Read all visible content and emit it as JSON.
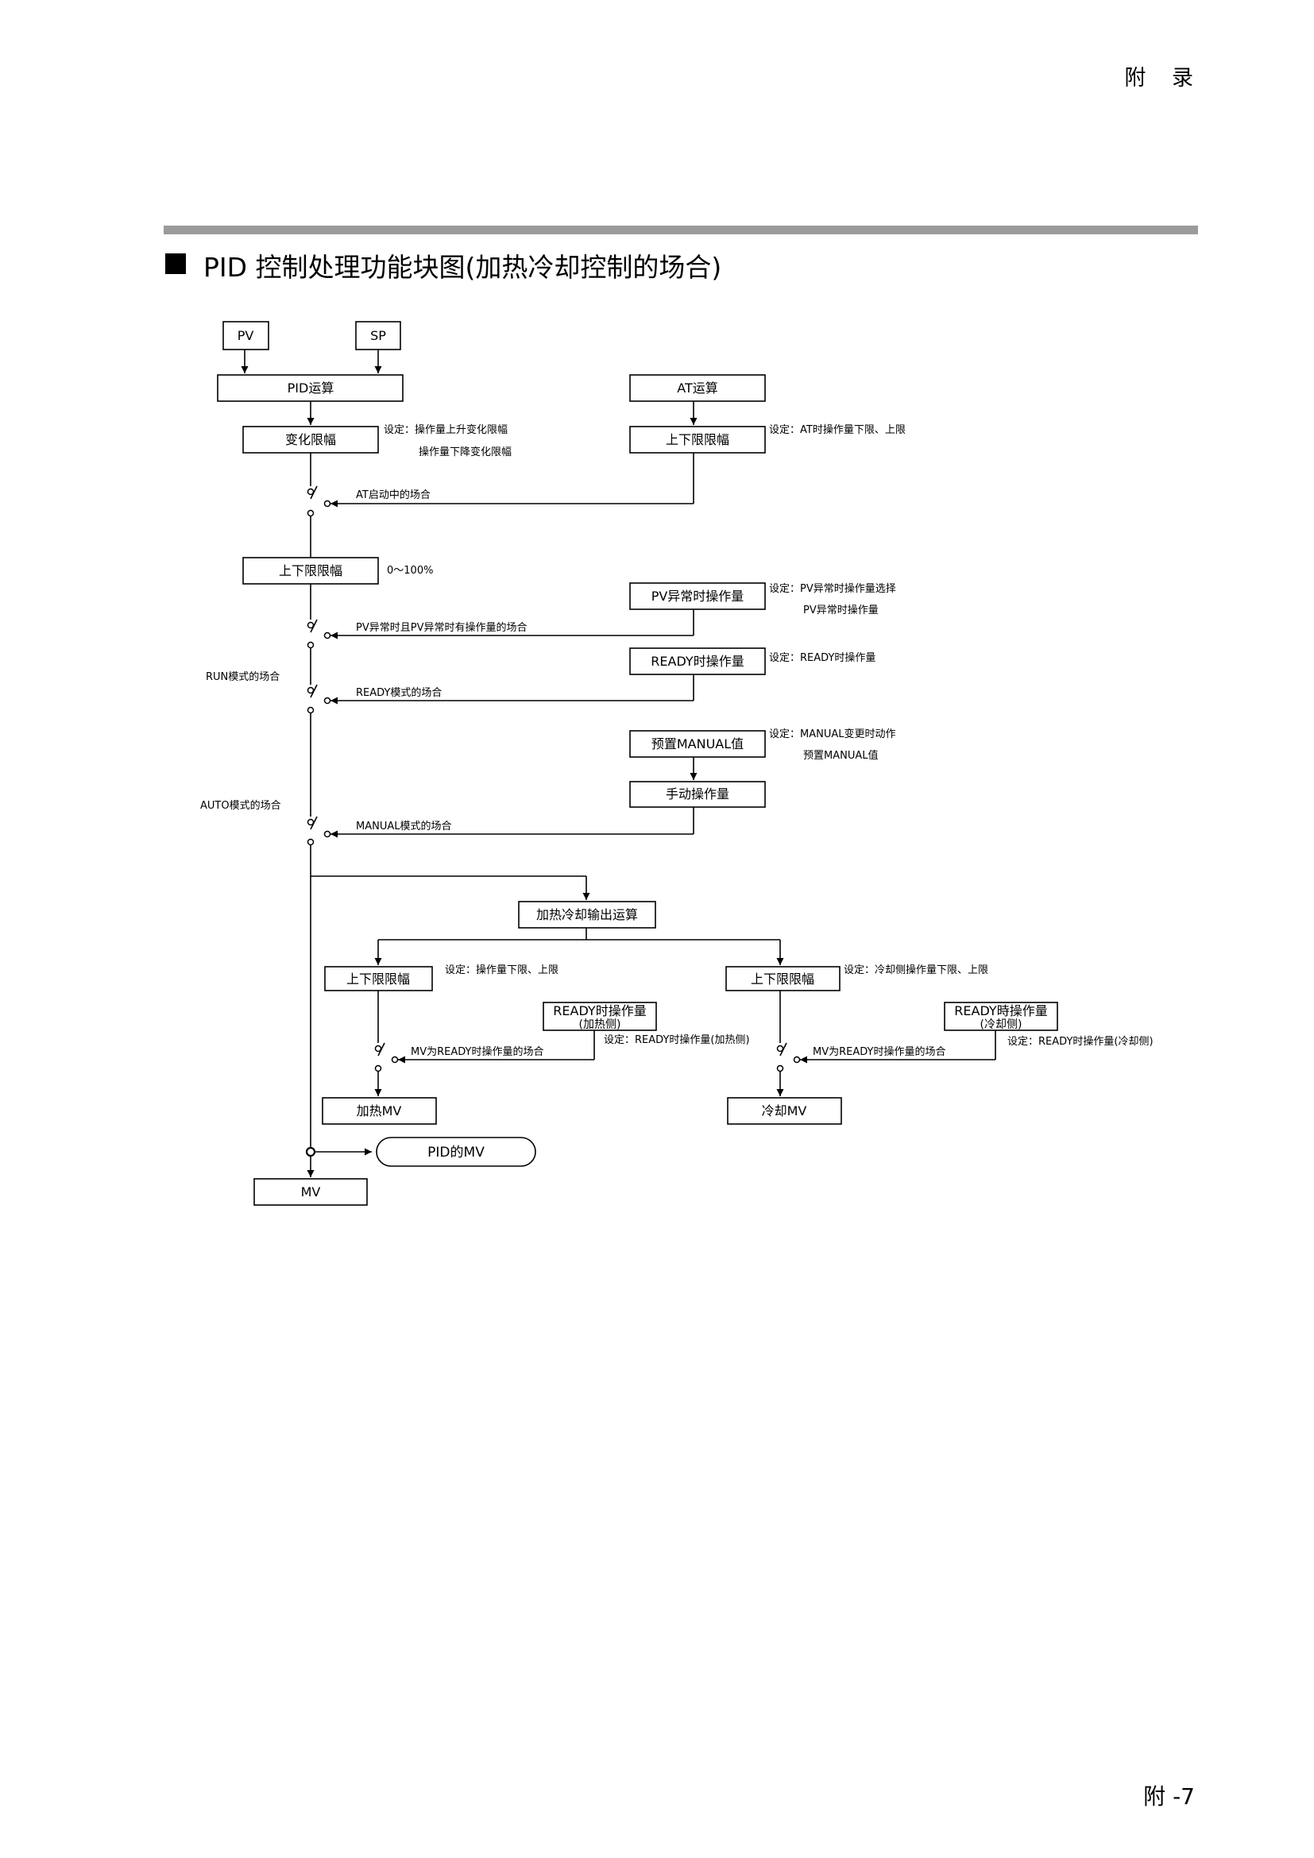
{
  "header": {
    "section": "附 录"
  },
  "title": "PID 控制处理功能块图(加热冷却控制的场合)",
  "footer": {
    "page": "附 -7"
  },
  "diagram": {
    "boxes": {
      "pv": "PV",
      "sp": "SP",
      "pid_calc": "PID运算",
      "at_calc": "AT运算",
      "rate_limit": "变化限幅",
      "at_limit": "上下限限幅",
      "limit1": "上下限限幅",
      "pv_abnormal": "PV异常时操作量",
      "ready_mv": "READY时操作量",
      "preset_manual": "预置MANUAL值",
      "manual_op": "手动操作量",
      "heatcool_calc": "加热冷却输出运算",
      "heat_limit": "上下限限幅",
      "cool_limit": "上下限限幅",
      "ready_heat_1": "READY时操作量",
      "ready_heat_2": "(加热侧)",
      "ready_cool_1": "READY時操作量",
      "ready_cool_2": "(冷却侧)",
      "heat_mv": "加热MV",
      "cool_mv": "冷却MV",
      "pid_mv": "PID的MV",
      "mv": "MV"
    },
    "notes": {
      "rate_limit_1": "设定：操作量上升变化限幅",
      "rate_limit_2": "操作量下降变化限幅",
      "at_limit": "设定：AT时操作量下限、上限",
      "at_case": "AT启动中的场合",
      "range": "0～100%",
      "pv_abn_1": "设定：PV异常时操作量选择",
      "pv_abn_2": "PV异常时操作量",
      "pv_abn_case": "PV异常时且PV异常时有操作量的场合",
      "ready_set": "设定：READY时操作量",
      "run_mode": "RUN模式的场合",
      "ready_case": "READY模式的场合",
      "manual_set_1": "设定：MANUAL变更时动作",
      "manual_set_2": "预置MANUAL值",
      "auto_mode": "AUTO模式的场合",
      "manual_case": "MANUAL模式的场合",
      "heat_limit_set": "设定：操作量下限、上限",
      "cool_limit_set": "设定：冷却侧操作量下限、上限",
      "heat_ready_case": "MV为READY时操作量的场合",
      "cool_ready_case": "MV为READY时操作量的场合",
      "heat_ready_set": "设定：READY时操作量(加热侧)",
      "cool_ready_set": "设定：READY时操作量(冷却侧)"
    }
  }
}
